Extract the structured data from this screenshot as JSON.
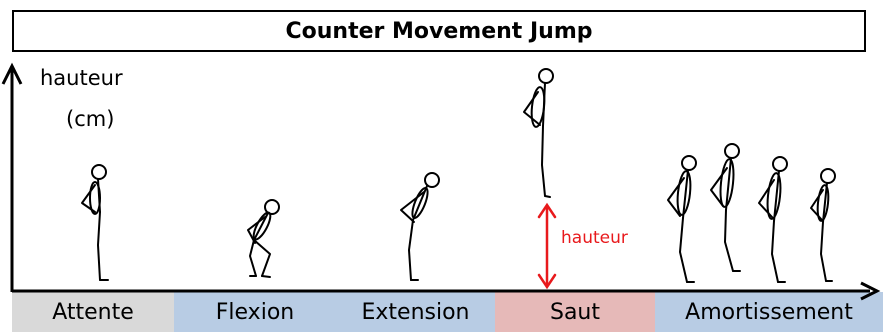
{
  "title": "Counter Movement Jump",
  "y_axis": {
    "line1": "hauteur",
    "line2": "(cm)"
  },
  "jump_height_label": "hauteur",
  "colors": {
    "axis": "#000000",
    "height_arrow": "#e8191c"
  },
  "phases": [
    {
      "label": "Attente",
      "color": "#d9d9d9"
    },
    {
      "label": "Flexion",
      "color": "#b8cce4"
    },
    {
      "label": "Extension",
      "color": "#b8cce4"
    },
    {
      "label": "Saut",
      "color": "#e6b9b8"
    },
    {
      "label": "Amortissement",
      "color": "#b8cce4"
    }
  ]
}
